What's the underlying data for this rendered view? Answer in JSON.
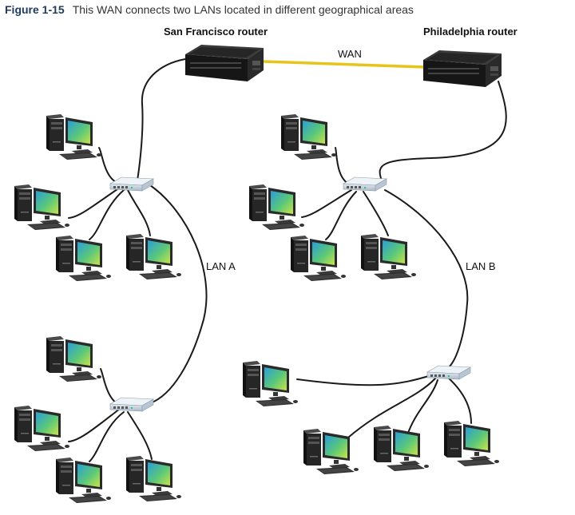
{
  "caption": {
    "figure_number": "Figure 1-15",
    "text": "This WAN connects two LANs located in different geographical areas"
  },
  "labels": {
    "router_sf": "San Francisco router",
    "router_phl": "Philadelphia router",
    "wan": "WAN",
    "lan_a": "LAN A",
    "lan_b": "LAN B"
  },
  "colors": {
    "wan_link": "#e6c41a",
    "cable": "#1a1a1a",
    "screen": "#4fc07a",
    "tower": "#262626",
    "router": "#1c1c1c",
    "switch": "#c7d3df"
  }
}
